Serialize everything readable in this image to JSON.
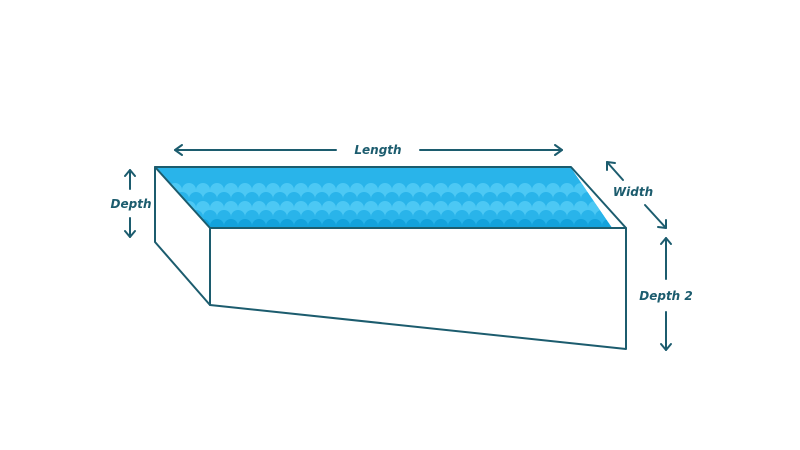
{
  "labels": {
    "length": "Length",
    "width": "Width",
    "depth": "Depth",
    "depth2": "Depth 2"
  },
  "colors": {
    "stroke": "#1c5c6e",
    "water_light": "#4cc8f4",
    "water_mid": "#29b4ea",
    "water_dark": "#12a2dc",
    "background": "#ffffff"
  }
}
